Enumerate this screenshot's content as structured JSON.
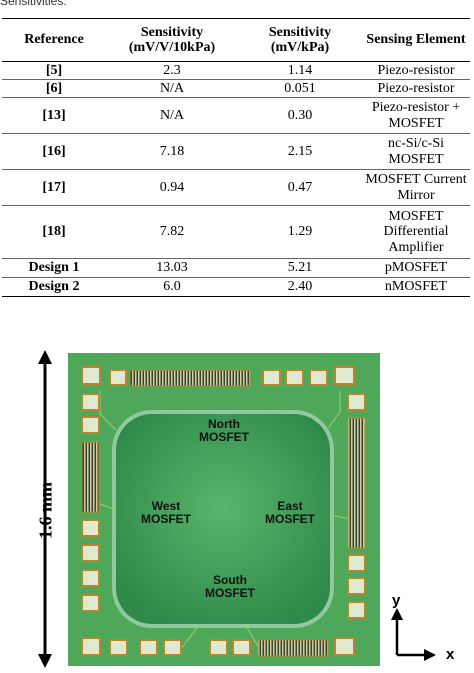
{
  "caption": "Sensitivities.",
  "table": {
    "headers": [
      "Reference",
      "Sensitivity (mV/V/10kPa)",
      "Sensitivity (mV/kPa)",
      "Sensing Element"
    ],
    "rows": [
      {
        "ref": "[5]",
        "s1": "2.3",
        "s2": "1.14",
        "elem": "Piezo-resistor"
      },
      {
        "ref": "[6]",
        "s1": "N/A",
        "s2": "0.051",
        "elem": "Piezo-resistor"
      },
      {
        "ref": "[13]",
        "s1": "N/A",
        "s2": "0.30",
        "elem": "Piezo-resistor + MOSFET"
      },
      {
        "ref": "[16]",
        "s1": "7.18",
        "s2": "2.15",
        "elem": "nc-Si/c-Si MOSFET"
      },
      {
        "ref": "[17]",
        "s1": "0.94",
        "s2": "0.47",
        "elem": "MOSFET Current Mirror"
      },
      {
        "ref": "[18]",
        "s1": "7.82",
        "s2": "1.29",
        "elem": "MOSFET Differential Amplifier"
      },
      {
        "ref": "Design 1",
        "s1": "13.03",
        "s2": "5.21",
        "elem": "pMOSFET"
      },
      {
        "ref": "Design 2",
        "s1": "6.0",
        "s2": "2.40",
        "elem": "nMOSFET"
      }
    ]
  },
  "figure": {
    "scale_label": "1.6 mm",
    "north_label": "North\nMOSFET",
    "west_label": "West\nMOSFET",
    "east_label": "East\nMOSFET",
    "south_label": "South\nMOSFET",
    "axis_y": "y",
    "axis_x": "x",
    "colors": {
      "die": "#4fa85a",
      "membrane": "#2f8a4a",
      "pad": "#dfe9d0",
      "pad_border": "#b8862e"
    }
  }
}
